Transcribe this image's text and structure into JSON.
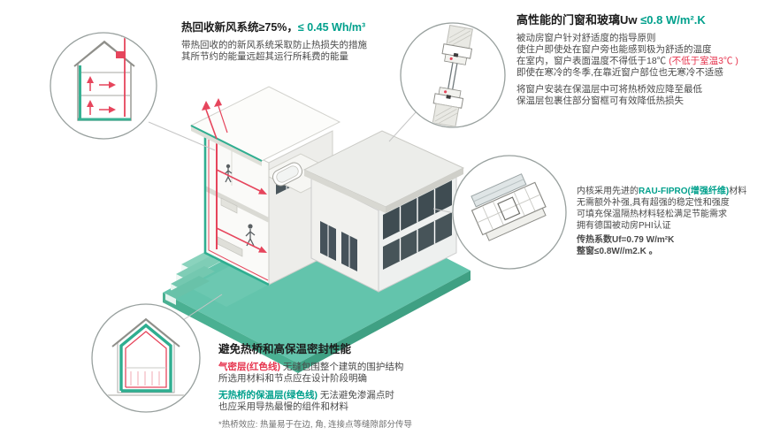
{
  "colors": {
    "green": "#00a08c",
    "red": "#e6334d",
    "base_teal": "#63c4ac"
  },
  "illustrations": {
    "center": "isometric-passive-house-cutaway",
    "top_left_circle": "house-section-heat-recovery-arrows",
    "top_right_circle": "window-installation-section",
    "right_circle": "window-frame-profile",
    "bottom_left_circle": "house-section-insulation-airtight-layers"
  },
  "callout_ventilation": {
    "title_black": "热回收新风系统≥75%，",
    "title_green": "≤ 0.45 Wh/m³",
    "line1": "带热回收的的新风系统采取防止热损失的措施",
    "line2": "其所节约的能量远超其运行所耗费的能量"
  },
  "callout_windows": {
    "title_black": "高性能的门窗和玻璃Uw ",
    "title_green": "≤0.8 W/m².K",
    "line1": "被动房窗户针对舒适度的指导原则",
    "line2": "使住户即使处在窗户旁也能感到极为舒适的温度",
    "line3_black": "在室内，窗户表面温度不得低于18℃ ",
    "line3_red": "(不低于室温3℃ )",
    "line4": "即使在寒冷的冬季,在靠近窗户部位也无寒冷不适感",
    "line5": "将窗户安装在保温层中可将热桥效应降至最低",
    "line6": "保温层包裹住部分窗框可有效降低热损失"
  },
  "callout_profile": {
    "line1_black_a": "内核采用先进的",
    "line1_green": "RAU-FIPRO(增强纤维)",
    "line1_black_b": "材料",
    "line2": "无需额外补强,具有超强的稳定性和强度",
    "line3": "可填充保温隔热材料轻松满足节能需求",
    "line4": "拥有德国被动房PHI认证",
    "line5_green": "传热系数Uf=0.79 W/m²K",
    "line6_green": "整窗≤0.8W//m2.K 。"
  },
  "callout_thermal": {
    "title": "避免热桥和高保温密封性能",
    "line1_red": "气密层(红色线)",
    "line1_black": " 无缝包围整个建筑的围护结构",
    "line2": "所选用材料和节点应在设计阶段明确",
    "line3_green": "无热桥的保温层(绿色线)",
    "line3_black": " 无法避免渗漏点时",
    "line4": "也应采用导热最慢的组件和材料",
    "footnote": "*热桥效应: 热量易于在边, 角, 连接点等缝隙部分传导"
  }
}
